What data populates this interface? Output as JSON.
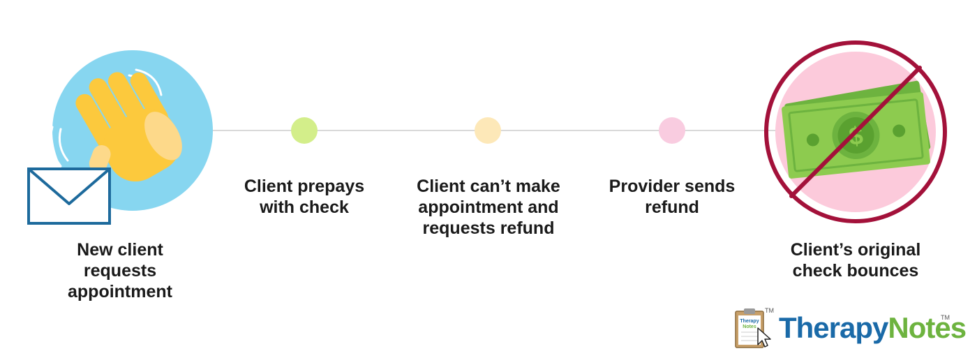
{
  "steps": [
    {
      "label": "New client\nrequests\nappointment",
      "icon": "waving-hand-envelope-icon",
      "circle_color": "#87d6f0"
    },
    {
      "label": "Client prepays\nwith check",
      "dot_color": "#d3ee8a"
    },
    {
      "label": "Client can’t make\nappointment and\nrequests refund",
      "dot_color": "#fde8b8"
    },
    {
      "label": "Provider sends\nrefund",
      "dot_color": "#f9cce0"
    },
    {
      "label": "Client’s original\ncheck bounces",
      "icon": "crossed-out-money-icon",
      "circle_color": "#fccadb"
    }
  ],
  "colors": {
    "line": "#d9d9d9",
    "prohibit": "#a3113a",
    "money_green": "#7dc243",
    "envelope_blue": "#1d6a9c",
    "hand_yellow": "#fcc93d",
    "hand_light": "#fdd98a"
  },
  "logo": {
    "part1": "Therapy",
    "part2": "Notes",
    "tm": "TM",
    "clipboard_text1": "Therapy",
    "clipboard_text2": "Notes",
    "color1": "#1a6aa8",
    "color2": "#6db33f"
  }
}
